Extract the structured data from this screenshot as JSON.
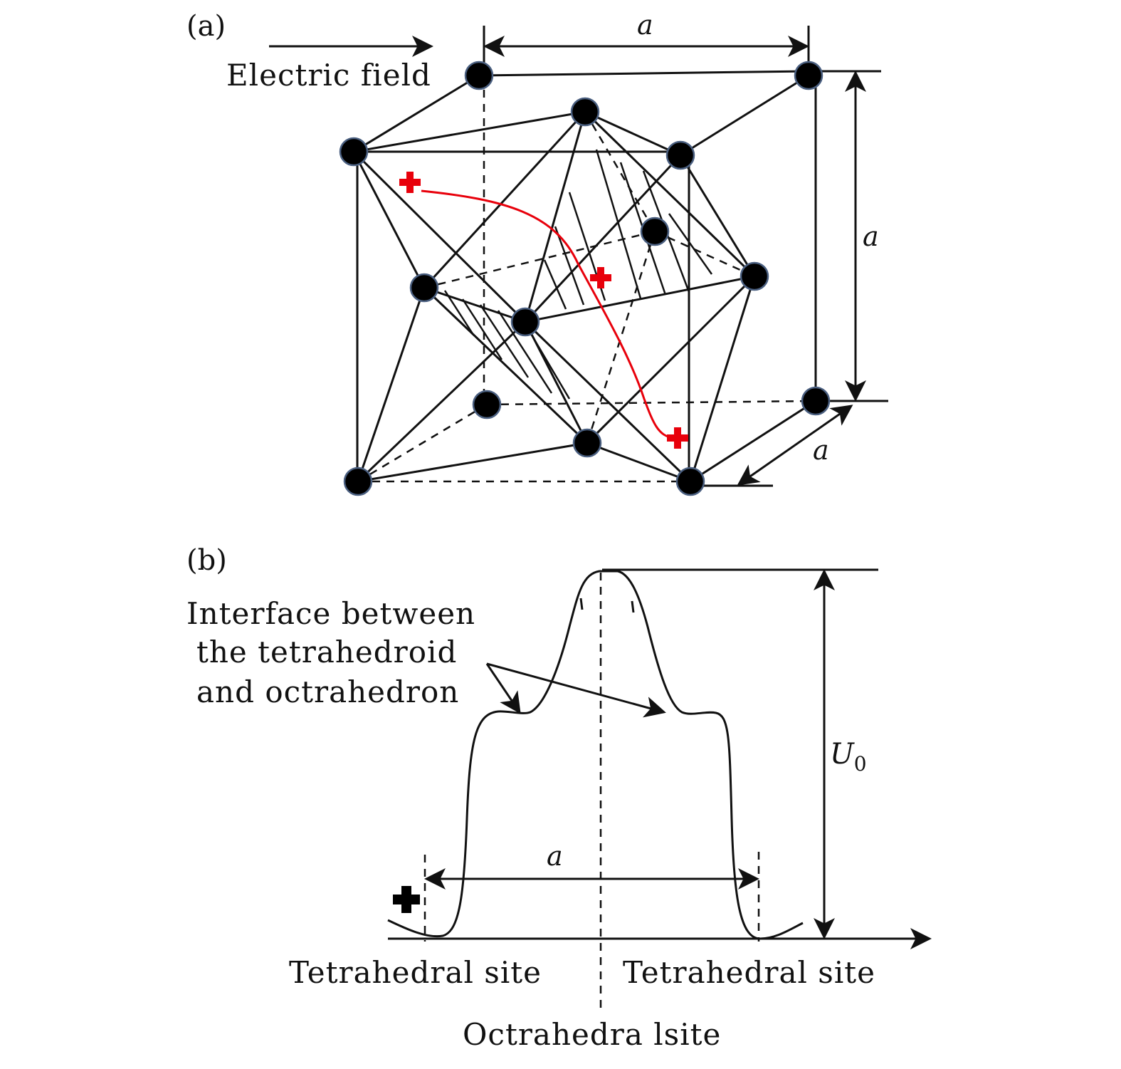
{
  "panel_a": {
    "tag": "(a)",
    "field_label": "Electric field",
    "dim_top": "a",
    "dim_right": "a",
    "dim_depth": "a",
    "ion_color": "#e8000b"
  },
  "panel_b": {
    "tag": "(b)",
    "interface_line1": "Interface between",
    "interface_line2": "the tetrahedroid",
    "interface_line3": "and octrahedron",
    "dim_a": "a",
    "barrier_prefix": "U",
    "barrier_sub": "0",
    "left_site": "Tetrahedral site",
    "right_site": "Tetrahedral site",
    "center_site": "Octrahedra lsite"
  }
}
